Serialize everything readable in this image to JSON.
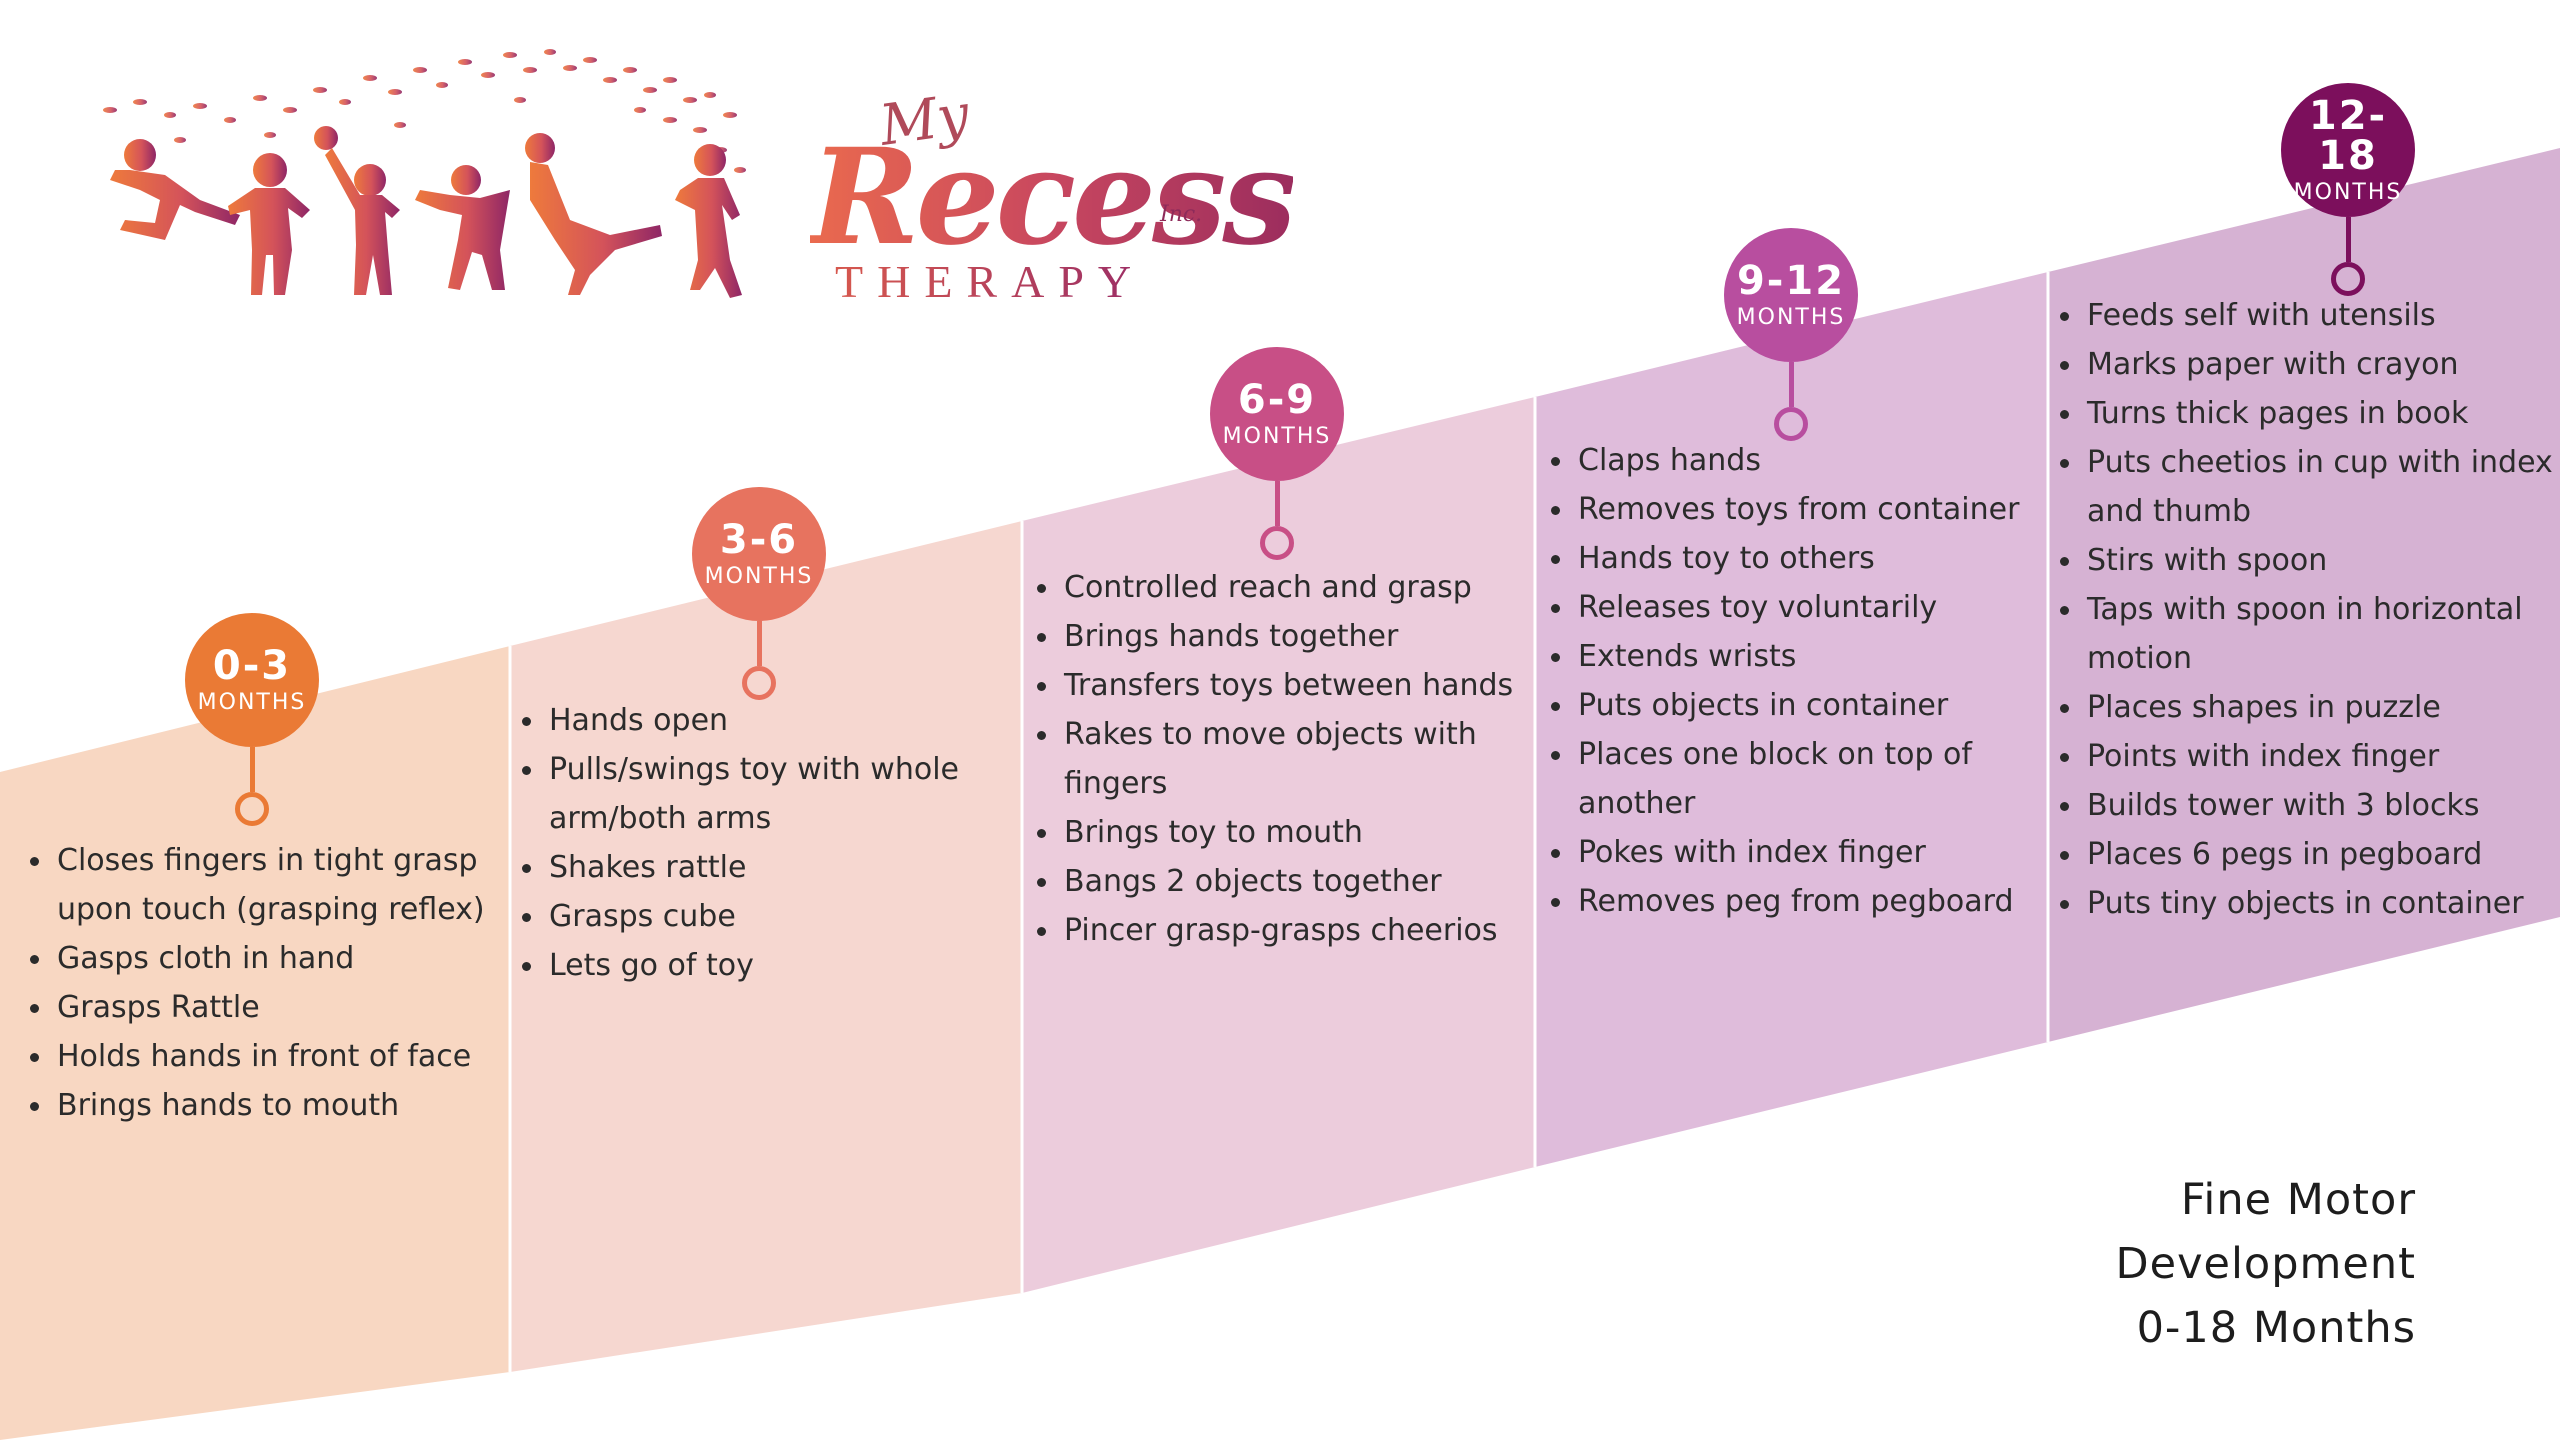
{
  "title": {
    "line1": "Fine Motor",
    "line2": "Development",
    "line3": "0-18 Months"
  },
  "logo": {
    "my": "My",
    "recess": "Recess",
    "inc": "Inc.",
    "therapy": "THERAPY"
  },
  "stages": [
    {
      "age": "0-3",
      "unit": "MONTHS",
      "color": "#ea7a35",
      "band_color": "#f8d7c2",
      "skills": [
        "Closes fingers in tight grasp upon touch (grasping reflex)",
        "Gasps cloth in hand",
        "Grasps Rattle",
        "Holds hands in front of face",
        "Brings hands to mouth"
      ]
    },
    {
      "age": "3-6",
      "unit": "MONTHS",
      "color": "#e7735f",
      "band_color": "#f6d7d0",
      "skills": [
        "Hands open",
        "Pulls/swings toy with whole arm/both arms",
        "Shakes rattle",
        "Grasps cube",
        "Lets go of toy"
      ]
    },
    {
      "age": "6-9",
      "unit": "MONTHS",
      "color": "#c84f86",
      "band_color": "#ecccdc",
      "skills": [
        "Controlled reach and grasp",
        "Brings hands together",
        "Transfers toys between hands",
        "Rakes to move objects with fingers",
        "Brings toy to mouth",
        "Bangs 2 objects together",
        "Pincer grasp-grasps cheerios"
      ]
    },
    {
      "age": "9-12",
      "unit": "MONTHS",
      "color": "#b84e9f",
      "band_color": "#dfbcdb",
      "skills": [
        "Claps hands",
        "Removes toys from container",
        "Hands toy to others",
        "Releases toy voluntarily",
        "Extends wrists",
        "Puts objects in container",
        "Places one block on top of another",
        "Pokes with index finger",
        "Removes peg from pegboard"
      ]
    },
    {
      "age": "12-18",
      "unit": "MONTHS",
      "color": "#7c0f5c",
      "band_color": "#d6b2d3",
      "skills": [
        "Feeds self with utensils",
        "Marks paper with crayon",
        "Turns thick pages in book",
        "Puts cheetios in cup with index and thumb",
        "Stirs with spoon",
        "Taps with spoon in horizontal motion",
        "Places shapes in puzzle",
        "Points with index finger",
        "Builds tower with 3 blocks",
        "Places 6 pegs in pegboard",
        "Puts tiny objects in container"
      ]
    }
  ]
}
